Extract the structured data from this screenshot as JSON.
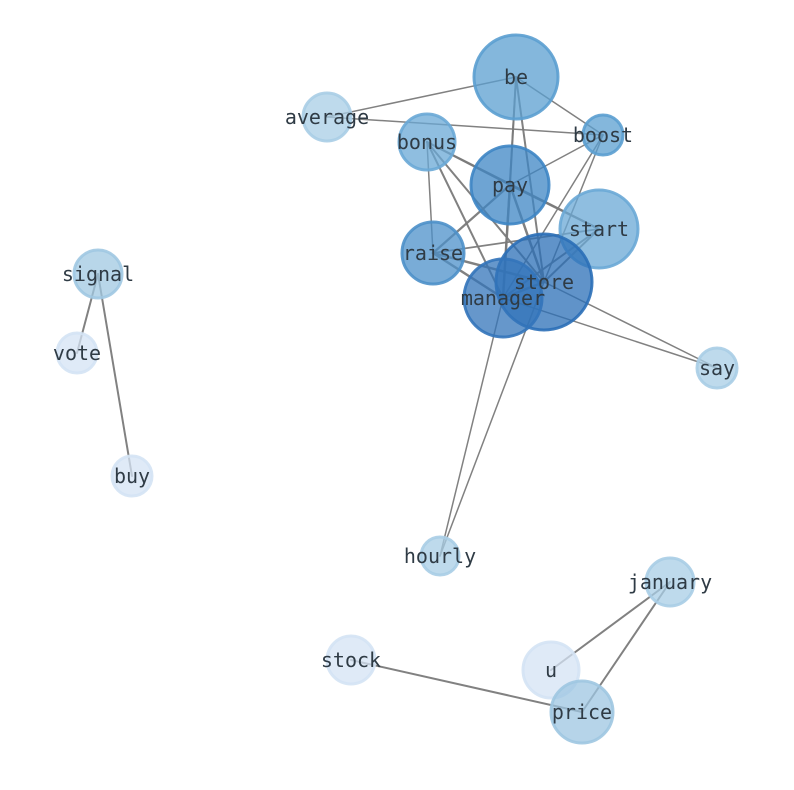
{
  "graph": {
    "nodes": [
      {
        "id": "be",
        "label": "be",
        "weight": 0.55,
        "color": "#5b9fd0"
      },
      {
        "id": "average",
        "label": "average",
        "weight": 0.2,
        "color": "#a8cde5"
      },
      {
        "id": "boost",
        "label": "boost",
        "weight": 0.45,
        "color": "#5b9fd0"
      },
      {
        "id": "bonus",
        "label": "bonus",
        "weight": 0.45,
        "color": "#6aa8d6"
      },
      {
        "id": "pay",
        "label": "pay",
        "weight": 0.7,
        "color": "#3d85c4"
      },
      {
        "id": "start",
        "label": "start",
        "weight": 0.5,
        "color": "#6aa8d6"
      },
      {
        "id": "raise",
        "label": "raise",
        "weight": 0.6,
        "color": "#4c90c9"
      },
      {
        "id": "store",
        "label": "store",
        "weight": 0.85,
        "color": "#2b6fb7"
      },
      {
        "id": "manager",
        "label": "manager",
        "weight": 0.8,
        "color": "#3374ba"
      },
      {
        "id": "say",
        "label": "say",
        "weight": 0.2,
        "color": "#a8cde5"
      },
      {
        "id": "signal",
        "label": "signal",
        "weight": 0.25,
        "color": "#a0c8e2"
      },
      {
        "id": "vote",
        "label": "vote",
        "weight": 0.05,
        "color": "#d4e3f4"
      },
      {
        "id": "buy",
        "label": "buy",
        "weight": 0.05,
        "color": "#d4e3f4"
      },
      {
        "id": "hourly",
        "label": "hourly",
        "weight": 0.2,
        "color": "#a8cde5"
      },
      {
        "id": "january",
        "label": "january",
        "weight": 0.2,
        "color": "#a8cde5"
      },
      {
        "id": "u",
        "label": "u",
        "weight": 0.05,
        "color": "#d4e3f4"
      },
      {
        "id": "stock",
        "label": "stock",
        "weight": 0.05,
        "color": "#d4e3f4"
      },
      {
        "id": "price",
        "label": "price",
        "weight": 0.3,
        "color": "#9ec6e1"
      }
    ],
    "edges": [
      {
        "source": "average",
        "target": "be",
        "weight": 1
      },
      {
        "source": "average",
        "target": "boost",
        "weight": 1
      },
      {
        "source": "be",
        "target": "boost",
        "weight": 1
      },
      {
        "source": "be",
        "target": "pay",
        "weight": 2
      },
      {
        "source": "be",
        "target": "store",
        "weight": 2
      },
      {
        "source": "be",
        "target": "manager",
        "weight": 1.5
      },
      {
        "source": "boost",
        "target": "pay",
        "weight": 1
      },
      {
        "source": "boost",
        "target": "store",
        "weight": 1
      },
      {
        "source": "boost",
        "target": "manager",
        "weight": 1
      },
      {
        "source": "bonus",
        "target": "pay",
        "weight": 2
      },
      {
        "source": "bonus",
        "target": "start",
        "weight": 2
      },
      {
        "source": "bonus",
        "target": "store",
        "weight": 2
      },
      {
        "source": "bonus",
        "target": "manager",
        "weight": 2
      },
      {
        "source": "bonus",
        "target": "raise",
        "weight": 1
      },
      {
        "source": "pay",
        "target": "start",
        "weight": 2.5
      },
      {
        "source": "pay",
        "target": "raise",
        "weight": 2.5
      },
      {
        "source": "pay",
        "target": "store",
        "weight": 3
      },
      {
        "source": "pay",
        "target": "manager",
        "weight": 3
      },
      {
        "source": "start",
        "target": "raise",
        "weight": 1.5
      },
      {
        "source": "start",
        "target": "store",
        "weight": 2
      },
      {
        "source": "start",
        "target": "manager",
        "weight": 2
      },
      {
        "source": "raise",
        "target": "store",
        "weight": 3
      },
      {
        "source": "raise",
        "target": "manager",
        "weight": 3
      },
      {
        "source": "store",
        "target": "manager",
        "weight": 3
      },
      {
        "source": "store",
        "target": "say",
        "weight": 1
      },
      {
        "source": "manager",
        "target": "say",
        "weight": 1
      },
      {
        "source": "store",
        "target": "hourly",
        "weight": 1
      },
      {
        "source": "manager",
        "target": "hourly",
        "weight": 1
      },
      {
        "source": "signal",
        "target": "vote",
        "weight": 2
      },
      {
        "source": "signal",
        "target": "buy",
        "weight": 2
      },
      {
        "source": "january",
        "target": "u",
        "weight": 2
      },
      {
        "source": "january",
        "target": "price",
        "weight": 2
      },
      {
        "source": "stock",
        "target": "price",
        "weight": 2
      }
    ]
  }
}
